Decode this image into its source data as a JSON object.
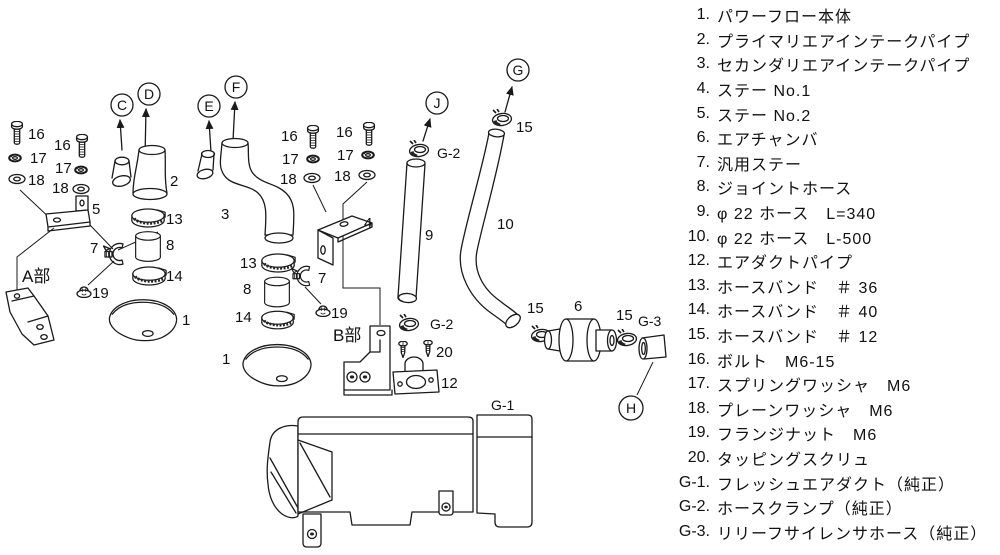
{
  "parts_list": {
    "items": [
      {
        "no": "1.",
        "label": "パワーフロー本体"
      },
      {
        "no": "2.",
        "label": "プライマリエアインテークパイプ"
      },
      {
        "no": "3.",
        "label": "セカンダリエアインテークパイプ"
      },
      {
        "no": "4.",
        "label": "ステー No.1"
      },
      {
        "no": "5.",
        "label": "ステー No.2"
      },
      {
        "no": "6.",
        "label": "エアチャンバ"
      },
      {
        "no": "7.",
        "label": "汎用ステー"
      },
      {
        "no": "8.",
        "label": "ジョイントホース"
      },
      {
        "no": "9.",
        "label": "φ 22 ホース　L=340"
      },
      {
        "no": "10.",
        "label": "φ 22 ホース　L-500"
      },
      {
        "no": "12.",
        "label": "エアダクトパイプ"
      },
      {
        "no": "13.",
        "label": "ホースバンド　＃ 36"
      },
      {
        "no": "14.",
        "label": "ホースバンド　＃ 40"
      },
      {
        "no": "15.",
        "label": "ホースバンド　＃ 12"
      },
      {
        "no": "16.",
        "label": "ボルト　M6-15"
      },
      {
        "no": "17.",
        "label": "スプリングワッシャ　M6"
      },
      {
        "no": "18.",
        "label": "プレーンワッシャ　M6"
      },
      {
        "no": "19.",
        "label": "フランジナット　M6"
      },
      {
        "no": "20.",
        "label": "タッピングスクリュ"
      },
      {
        "no": "G-1.",
        "label": "フレッシュエアダクト（純正）"
      },
      {
        "no": "G-2.",
        "label": "ホースクランプ（純正）"
      },
      {
        "no": "G-3.",
        "label": "リリーフサイレンサホース（純正）"
      }
    ]
  },
  "diagram": {
    "sections": {
      "a": "A部",
      "b": "B部"
    },
    "letters": {
      "C": "C",
      "D": "D",
      "E": "E",
      "F": "F",
      "G": "G",
      "H": "H",
      "J": "J"
    },
    "nums": {
      "1": "1",
      "2": "2",
      "3": "3",
      "4": "4",
      "5": "5",
      "6": "6",
      "7": "7",
      "8": "8",
      "9": "9",
      "10": "10",
      "12": "12",
      "13": "13",
      "14": "14",
      "15": "15",
      "16": "16",
      "17": "17",
      "18": "18",
      "19": "19",
      "20": "20",
      "G-1": "G-1",
      "G-2": "G-2",
      "G-3": "G-3"
    },
    "colors": {
      "line": "#1a1a1a",
      "background": "#ffffff"
    }
  }
}
